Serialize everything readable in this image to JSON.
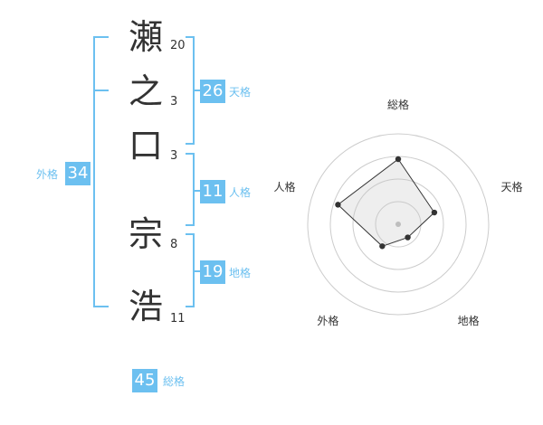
{
  "name_chars": [
    {
      "char": "瀬",
      "strokes": "20"
    },
    {
      "char": "之",
      "strokes": "3"
    },
    {
      "char": "口",
      "strokes": "3"
    },
    {
      "char": "宗",
      "strokes": "8"
    },
    {
      "char": "浩",
      "strokes": "11"
    }
  ],
  "kakusu": {
    "tenkaku": {
      "value": "26",
      "label": "天格"
    },
    "jinkaku": {
      "value": "11",
      "label": "人格"
    },
    "chikaku": {
      "value": "19",
      "label": "地格"
    },
    "gaikaku": {
      "value": "34",
      "label": "外格"
    },
    "soukaku": {
      "value": "45",
      "label": "総格"
    }
  },
  "radar": {
    "axes": [
      "総格",
      "天格",
      "地格",
      "外格",
      "人格"
    ],
    "values": [
      0.72,
      0.42,
      0.18,
      0.3,
      0.7
    ]
  },
  "colors": {
    "accent": "#6cc0f0",
    "text": "#333333",
    "grid": "#cccccc",
    "fill": "#eeeeee"
  }
}
